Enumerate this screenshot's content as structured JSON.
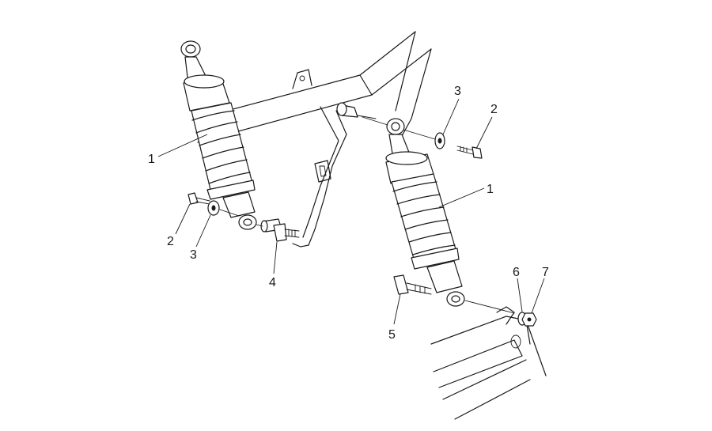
{
  "callouts": {
    "shock_left": "1",
    "shock_right": "1",
    "bolt_top_right": "2",
    "bolt_bottom_left": "2",
    "washer_top_right": "3",
    "washer_bottom_left": "3",
    "stud_left": "4",
    "bolt_bottom_right": "5",
    "washer_bottom_right": "6",
    "nut_bottom_right": "7"
  },
  "colors": {
    "line": "#1a1a1a",
    "background": "#ffffff"
  }
}
